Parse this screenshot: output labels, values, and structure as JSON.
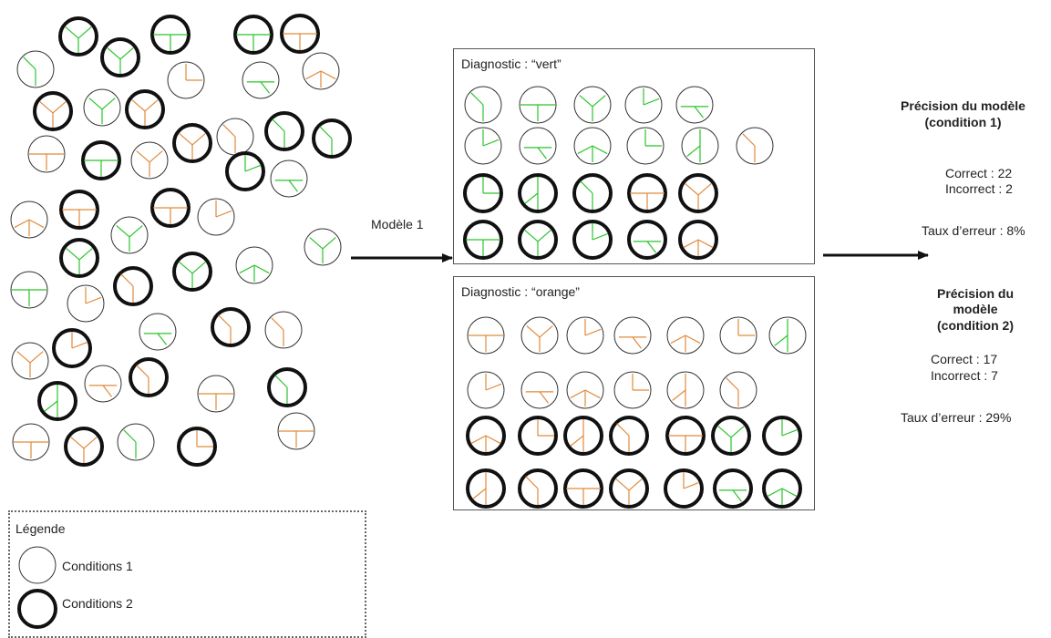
{
  "colors": {
    "green": "#2bc42b",
    "orange": "#e08a3c",
    "thin_stroke": "#333333",
    "thick_stroke": "#111111",
    "panel_border": "#555555"
  },
  "model_label": "Modèle 1",
  "panel_green": {
    "title": "Diagnostic : “vert”"
  },
  "panel_orange": {
    "title": "Diagnostic : “orange”"
  },
  "precision1": {
    "title_line1": "Précision du modèle",
    "title_line2": "(condition 1)",
    "correct": "Correct : 22",
    "incorrect": "Incorrect : 2",
    "error_rate": "Taux d’erreur : 8%"
  },
  "precision2": {
    "title_line1": "Précision du",
    "title_line2": "modèle",
    "title_line3": "(condition 2)",
    "correct": "Correct : 17",
    "incorrect": "Incorrect : 7",
    "error_rate": "Taux d’erreur : 29%"
  },
  "legend": {
    "title": "Légende",
    "cond1_label": "Conditions 1",
    "cond2_label": "Conditions 2"
  }
}
